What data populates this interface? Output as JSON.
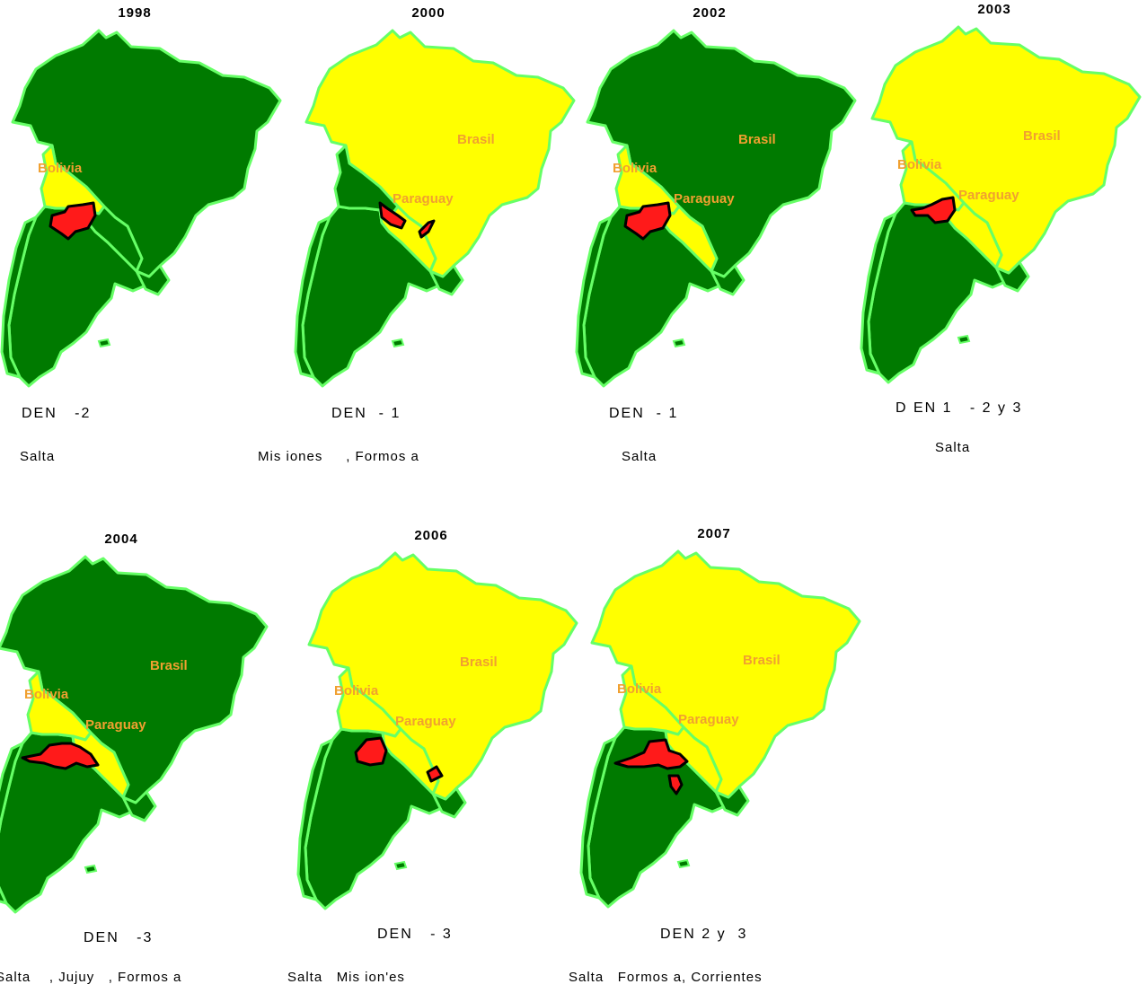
{
  "colors": {
    "affected_country": "#ffff00",
    "unaffected_country": "#007a00",
    "border": "#66ff66",
    "outbreak_area": "#ff1a1a",
    "country_label": "#f0a030"
  },
  "country_names": {
    "brasil": "Brasil",
    "bolivia": "Bolivia",
    "paraguay": "Paraguay"
  },
  "panels": [
    {
      "year": "1998",
      "serotype": "DEN   -2",
      "provinces": "Salta",
      "fill": {
        "brasil": "green",
        "bolivia": "yellow",
        "paraguay": "green",
        "argentina": "green"
      },
      "labels": [
        "bolivia"
      ],
      "outbreak": "salta"
    },
    {
      "year": "2000",
      "serotype": "DEN  - 1",
      "provinces": "Mis iones     , Formos a",
      "fill": {
        "brasil": "yellow",
        "bolivia": "green",
        "paraguay": "yellow",
        "argentina": "green"
      },
      "labels": [
        "brasil",
        "paraguay"
      ],
      "outbreak": "misiones_formosa"
    },
    {
      "year": "2002",
      "serotype": "DEN  - 1",
      "provinces": "Salta",
      "fill": {
        "brasil": "green",
        "bolivia": "yellow",
        "paraguay": "yellow",
        "argentina": "green"
      },
      "labels": [
        "brasil",
        "bolivia",
        "paraguay"
      ],
      "outbreak": "salta"
    },
    {
      "year": "2003",
      "serotype": "D EN 1   - 2 y 3",
      "provinces": "Salta",
      "fill": {
        "brasil": "yellow",
        "bolivia": "yellow",
        "paraguay": "yellow",
        "argentina": "green"
      },
      "labels": [
        "brasil",
        "bolivia",
        "paraguay"
      ],
      "outbreak": "salta_small"
    },
    {
      "year": "2004",
      "serotype": "DEN   -3",
      "provinces": "Salta    , Jujuy   , Formos a",
      "fill": {
        "brasil": "green",
        "bolivia": "yellow",
        "paraguay": "yellow",
        "argentina": "green"
      },
      "labels": [
        "brasil",
        "bolivia",
        "paraguay"
      ],
      "outbreak": "salta_jujuy_formosa"
    },
    {
      "year": "2006",
      "serotype": "DEN   - 3",
      "provinces": "Salta   Mis ion'es",
      "fill": {
        "brasil": "yellow",
        "bolivia": "yellow",
        "paraguay": "yellow",
        "argentina": "green"
      },
      "labels": [
        "brasil",
        "bolivia",
        "paraguay"
      ],
      "outbreak": "salta_misiones"
    },
    {
      "year": "2007",
      "serotype": "DEN 2 y  3",
      "provinces": "Salta   Formos a, Corrientes",
      "fill": {
        "brasil": "yellow",
        "bolivia": "yellow",
        "paraguay": "yellow",
        "argentina": "green"
      },
      "labels": [
        "brasil",
        "bolivia",
        "paraguay"
      ],
      "outbreak": "salta_formosa_corrientes"
    }
  ]
}
